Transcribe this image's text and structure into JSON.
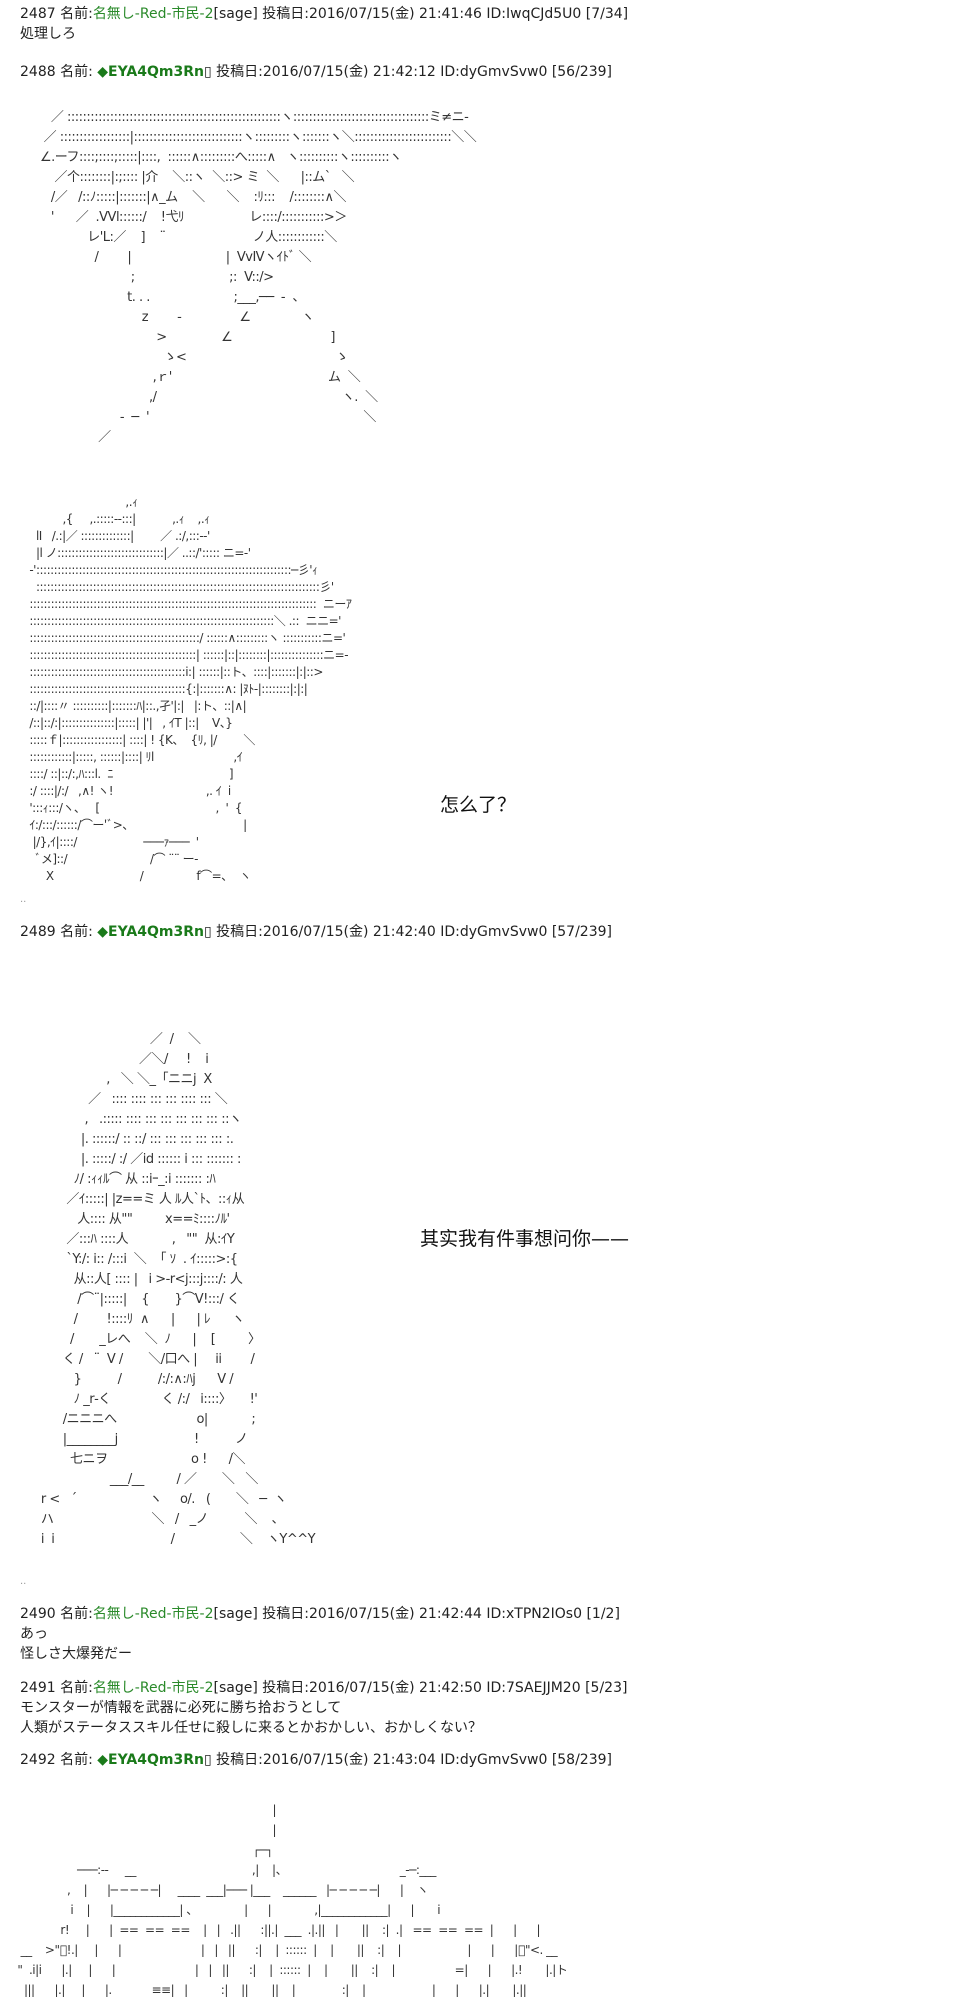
{
  "labels": {
    "name": "名前:",
    "posted": "投稿日:",
    "sep_dots": ".."
  },
  "posts": [
    {
      "no": "2487",
      "name": "名無し-Red-市民-2",
      "mail": "[sage]",
      "datetime": "2016/07/15(金) 21:41:46",
      "id": "ID:IwqCJd5U0",
      "count": "[7/34]",
      "body": [
        "処理しろ"
      ]
    },
    {
      "no": "2488",
      "name": "◆EYA4Qm3Rn",
      "mail": "▯",
      "datetime": "2016/07/15(金) 21:42:12",
      "id": "ID:dyGmvSvw0",
      "count": "[56/239]",
      "side_text": "怎么了？",
      "art1": [
        "   ／ :::::::::::::::::::::::::::::::::::::::::::::::::::::::ヽ:::::::::::::::::::::::::::::::::::ミ≠ニ-",
        " ／ ::::::::::::::::::|::::::::::::::::::::::::::::ヽ:::::::::ヽ:::::::ヽ＼:::::::::::::::::::::::::＼＼",
        "∠.ーフ::::;::::;:::::|::::,  ::::::∧:::::::::へ:::::∧   ヽ::::::::::ヽ::::::::::ヽ",
        "    ／个::::::::|:;:::: |介    ＼::ヽ  ＼::> ミ  ＼      |::ム`   ＼",
        "   /／   /::ﾉ:::::|:::::::|∧_ム    ＼      ＼    :ﾘ:::    /::::::::∧＼",
        "   '      ／  .VVl::::::/    !弋ﾘ                  レ::::/:::::::::::>＞",
        "             レ'L:／    ]    ¨                        ノ人::::::::::::＼",
        "               /        |                          |  VvⅣヽｲﾄﾞ ＼",
        "                         ;                          ;:  V::/>",
        "                        t. . .                       ;___,──  -  、",
        "                            z        ‐                ∠              ヽ",
        "                                >               ∠                           ]",
        "                                  ゝ<                                         ゝ",
        "                               ,ｒ'                                           ム  ＼",
        "                              ,/                                                   ヽ.  ＼",
        "                      -  ─  '                                                           ＼",
        "                ／"
      ],
      "art2": [
        "                              ,.ｨ",
        "           ,{     ,.:::::--:::|           ,.ｨ    ,.ｨ",
        "   lI   /.:|／ ::::::::::::::|        ／ .:/,:::--'",
        "   |l ノ::::::::::::::::::::::::::::::|／ ..::/'::::: ニ=‐'",
        " -'::::::::::::::::::::::::::::::::::::::::::::::::::::::::::::::::::::::::─彡'ｨ",
        "   ::::::::::::::::::::::::::::::::::::::::::::::::::::::::::::::::::::::::::::::::彡'",
        " :::::::::::::::::::::::::::::::::::::::::::::::::::::::::::::::::::::::::::::::::  ニーｱ",
        " :::::::::::::::::::::::::::::::::::::::::::::::::::::::::::::::::::::＼ .::  ニニ='",
        " ::::::::::::::::::::::::::::::::::::::::::::::::/ ::::::∧:::::::::ヽ :::::::::::ニ='",
        " :::::::::::::::::::::::::::::::::::::::::::::::| ::::::|::|::::::::|:::::::::::::::ニ=‐",
        " ::::::::::::::::::::::::::::::::::::::::::::i:| ::::::|::ト、::::|:::::::|:|::>",
        " ::::::::::::::::::::::::::::::::::::::::::::{:|:::::::∧: |ﾇﾄ-|::::::::|:|:|",
        " ::/|::::〃 ::::::::::|:::::::ﾊ|::.,孑'|:|   |:ト、::|∧|",
        " /::|::/:|:::::::::::::::|:::::| |'|   , ｲT |::|    V、}",
        " :::::ｆ|:::::::::::::::::| ::::| ! {K、  {ﾘ, |/        ＼",
        " ::::::::::::|:::::, ::::::|::::| ﾘl                        ,ｲ",
        " ::::/ ::|::/:,ﾊ:::l.  ﾆ                                   ]",
        " :/ ::::|/:/   ,∧! ヽ!                            ,. ｲ  i",
        " ':::ｨ:::/ヽ、   [                                   ,  '  {",
        " ｲ:/:::/::::::/⌒ー'ﾞ>、                                 |",
        "  |/},ｲ|::::/                    ───ｧ───  '",
        "   ﾞメ]::/                         /⌒ ¨¨ ー-",
        "      X                          /                f⌒=、  ヽ"
      ]
    },
    {
      "no": "2489",
      "name": "◆EYA4Qm3Rn",
      "mail": "▯",
      "datetime": "2016/07/15(金) 21:42:40",
      "id": "ID:dyGmvSvw0",
      "count": "[57/239]",
      "side_text": "其实我有件事想问你——",
      "art": [
        "                                 ／  /    ＼",
        "                              ／＼/     !    i",
        "                     ,   ＼ ＼_「ニニj  X",
        "                ／   :::: :::: ::: ::: :::: ::: ＼",
        "               ,   .::::: :::: ::: ::: ::: ::: ::: ::ヽ",
        "              |. ::::::/ :: ::/ ::: ::: ::: ::: ::: :.",
        "              |. :::::/ :/ ／id :::::: i ::: ::::::: :",
        "            ﾉ/ :ｨｨﾙ⌒ 从 ::iｰ_:i ::::::: :ﾊ",
        "          ／ｲ:::::| |z==ミ 人 ﾙ人`ﾄ、::ｨ从",
        "             人:::: 从\"\"         x==ﾐ::::ﾉﾙ'",
        "          ／:::ﾊ ::::人            ,   \"\"  从:ｲY",
        "          `Y:/: i:: /:::i  ＼  「 ｿ  . ｲ:::::>:{",
        "            从::人[ :::: |   i >-r<j:::j::::/: 人",
        "             /⌒¨|:::::|    {       }⌒V!:::/ く",
        "            /        !::::ﾘ  ∧      |      | ﾚ      ヽ",
        "           /       _レへ    ＼  ﾉ      |    [         〉",
        "         く /   ¨  V /       ＼/口へ |     ii        /",
        "            }          /          /:/:∧:ﾊj      V /",
        "            ﾉ _r‐く              く /:/   i::::〉     !'",
        "         /ニニニへ                      o|            ;",
        "         |________j                     !          ノ",
        "           七ニヲ                       o !      /＼",
        "                      ___/__         / ／       ＼   ＼",
        "   r <   ´                    ヽ     o/.   (       ＼   ─  ヽ",
        "   ハ                           ＼   /   _ノ          ＼    、",
        "   i  i                                /                  ＼    ヽY^^Y"
      ]
    },
    {
      "no": "2490",
      "name": "名無し-Red-市民-2",
      "mail": "[sage]",
      "datetime": "2016/07/15(金) 21:42:44",
      "id": "ID:xTPN2IOs0",
      "count": "[1/2]",
      "body": [
        "あっ",
        "怪しさ大爆発だー"
      ]
    },
    {
      "no": "2491",
      "name": "名無し-Red-市民-2",
      "mail": "[sage]",
      "datetime": "2016/07/15(金) 21:42:50",
      "id": "ID:7SAEJJM20",
      "count": "[5/23]",
      "body": [
        "モンスターが情報を武器に必死に勝ち拾おうとして",
        "人類がステータススキル任せに殺しに来るとかおかしい、おかしくない？"
      ]
    },
    {
      "no": "2492",
      "name": "◆EYA4Qm3Rn",
      "mail": "▯",
      "datetime": "2016/07/15(金) 21:43:04",
      "id": "ID:dyGmvSvw0",
      "count": "[58/239]",
      "art": [
        "                                                                              |",
        "                                                                              |",
        "                                                                        ┌─┐",
        "                   ───:--     __                                   ,|    |、                                  _-─:___",
        "                ,    |      |─ ─ ─ ─ ─|     ____  ___|─── |___    ______   |─ ─ ─ ─ ─|      |    ヽ",
        "                 i    |      |____________| 、              |      |             ,|____________|      |       i",
        "              r!     |      |  ==  ==  ==    |   |   .||      :||.|  ___  .|.||   |       ||    :|  .|   ==  ==  ==  |      |      |",
        "  __    >\"ﾞ!.|     |      |                        |   |   ||      :|    |  ::::::  |    |       ||    :|    |                    |      |      |ﾞ\"<. __",
        " \"  .i|i      |.|     |      |                        |   |   ||      :|    |  ::::::  |    |       ||    :|    |                  =|      |      |.!       |.|ト",
        "   |||      |.|     |      |.            ≡≡|   |          :|    ||       ||    |              :|    |                    |      |      |.|       |.||"
      ]
    }
  ]
}
